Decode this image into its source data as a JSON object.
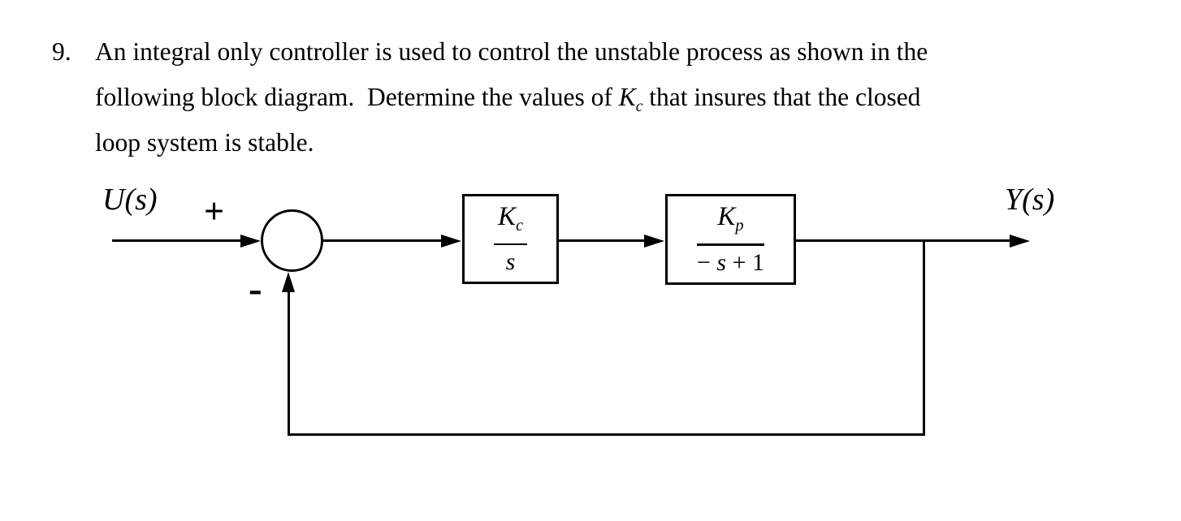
{
  "problem": {
    "number": "9.",
    "lines": [
      {
        "pre": "An integral only controller is used to control the unstable process as shown in the",
        "math_base": "",
        "math_sub": "",
        "post": ""
      },
      {
        "pre": "following block diagram.  Determine the values of ",
        "math_base": "K",
        "math_sub": "c",
        "post": " that insures that the closed"
      },
      {
        "pre": "loop system is stable.",
        "math_base": "",
        "math_sub": "",
        "post": ""
      }
    ]
  },
  "diagram": {
    "input_label": "U(s)",
    "output_label": "Y(s)",
    "plus_sign": "+",
    "minus_sign": "-",
    "controller_block": {
      "num_base": "K",
      "num_sub": "c",
      "den_var": "s"
    },
    "process_block": {
      "num_base": "K",
      "num_sub": "p",
      "den_minus": "− ",
      "den_var": "s",
      "den_rest": " + 1"
    },
    "line_color": "#000000",
    "background_color": "#ffffff"
  }
}
